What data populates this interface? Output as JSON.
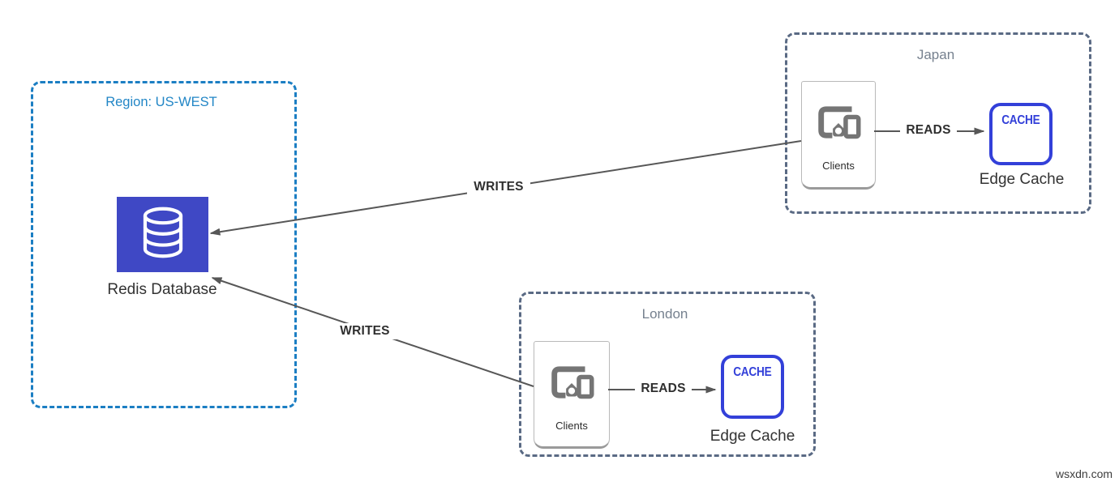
{
  "watermark": "wsxdn.com",
  "colors": {
    "background": "#FFFFFF",
    "us_west_border": "#1B7EC3",
    "us_west_title": "#2286C6",
    "remote_region_border": "#5A6A84",
    "remote_region_title": "#76818F",
    "redis_node_fill": "#3F48C5",
    "cache_box_border": "#3340D9",
    "arrow": "#575757",
    "edge_label_text": "#2F2F2F",
    "node_label_text": "#333333",
    "clients_icon": "#757575"
  },
  "regions": {
    "us_west": {
      "title": "Region: US-WEST",
      "redis": {
        "label": "Redis Database"
      }
    },
    "japan": {
      "title": "Japan",
      "clients": {
        "label": "Clients"
      },
      "cache": {
        "box_text": "CACHE",
        "label": "Edge Cache"
      },
      "reads_label": "READS",
      "writes_label": "WRITES"
    },
    "london": {
      "title": "London",
      "clients": {
        "label": "Clients"
      },
      "cache": {
        "box_text": "CACHE",
        "label": "Edge Cache"
      },
      "reads_label": "READS",
      "writes_label": "WRITES"
    }
  }
}
